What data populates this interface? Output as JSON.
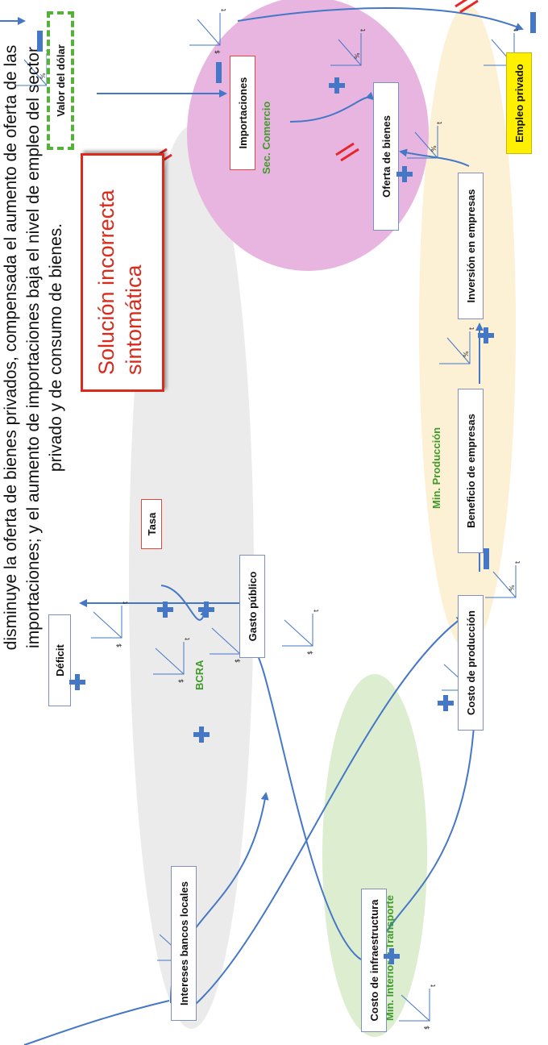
{
  "description": {
    "line1": "disminuye la oferta de bienes privados, compensada el aumento de oferta de las",
    "line2": "importaciones; y el aumento de importaciones baja el nivel de empleo del sector",
    "line3": "privado y de consumo de bienes."
  },
  "callout": {
    "line1": "Solución incorrecta",
    "line2": "sintomática"
  },
  "sectors": {
    "bcra": "BCRA",
    "min_interior": "Min. Interior y Transporte",
    "min_produccion": "Min. Producción",
    "sec_comercio": "Sec. Comercio"
  },
  "nodes": {
    "deficit": "Déficit",
    "tasa": "Tasa",
    "gasto_publico": "Gasto público",
    "intereses": "Intereses bancos locales",
    "costo_infra": "Costo de infraestructura",
    "costo_prod": "Costo de producción",
    "beneficio": "Beneficio de empresas",
    "inversion": "Inversión en empresas",
    "oferta": "Oferta de bienes",
    "importaciones": "Importaciones",
    "valor_dolar": "Valor del dólar",
    "empleo": "Empleo privado"
  },
  "graph_labels": {
    "money": "$",
    "percent": "%",
    "time": "t"
  },
  "colors": {
    "link": "#4577c7",
    "delay": "#e8262a",
    "bcra_zone": "#e9e9e9",
    "interior_zone": "#dbeccf",
    "produccion_zone": "#fcefd3",
    "comercio_zone": "#e6b3de"
  }
}
